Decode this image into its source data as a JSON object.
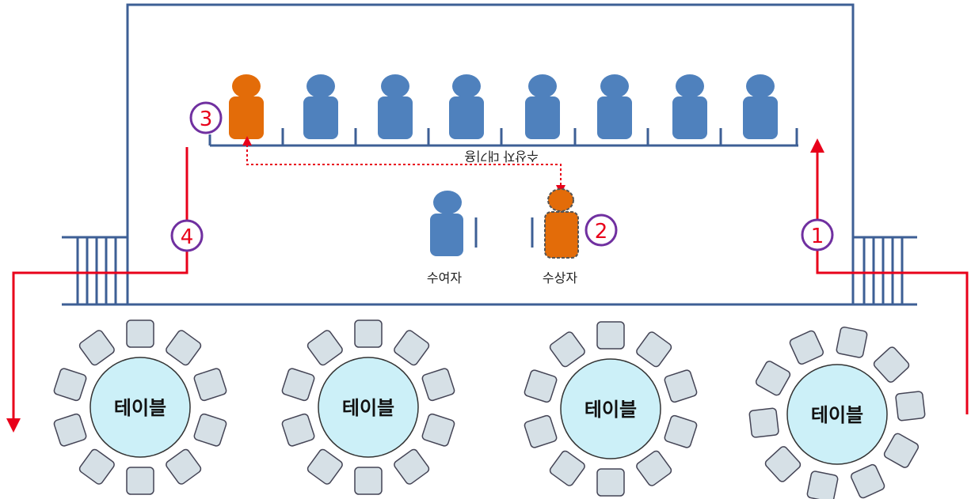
{
  "labels": {
    "waiting_seats": "수상자 대기용",
    "presenter": "수여자",
    "recipient": "수상자",
    "table": "테이블"
  },
  "steps": [
    "1",
    "2",
    "3",
    "4"
  ],
  "tables": [
    {
      "label": "테이블"
    },
    {
      "label": "테이블"
    },
    {
      "label": "테이블"
    },
    {
      "label": "테이블"
    }
  ],
  "waiting_row": {
    "seat_count": 8,
    "highlighted_index": 0
  },
  "colors": {
    "stage_outline": "#3d5f95",
    "person_blue": "#4f81bd",
    "person_orange": "#e36c09",
    "route_red": "#e8001a",
    "step_circle": "#7030a0",
    "table_fill": "#ccf0f8",
    "chair_fill": "#d6e0e6",
    "chair_stroke": "#445"
  }
}
